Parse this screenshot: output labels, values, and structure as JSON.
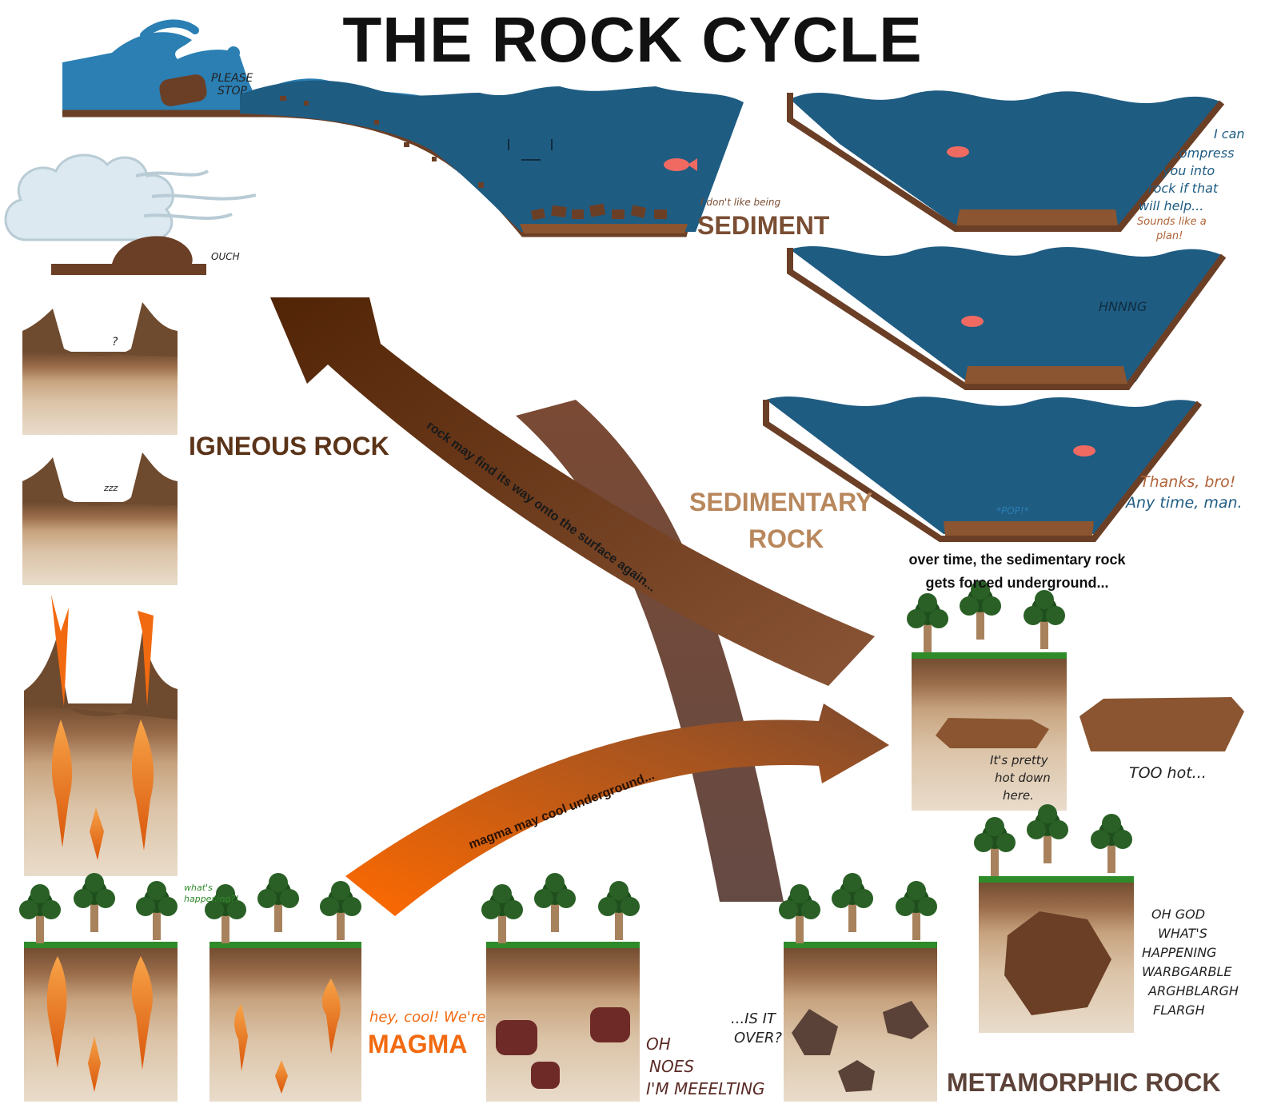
{
  "title": "THE ROCK CYCLE",
  "labels": {
    "sediment": "SEDIMENT",
    "igneous": "IGNEOUS ROCK",
    "sedimentary_1": "SEDIMENTARY",
    "sedimentary_2": "ROCK",
    "magma": "MAGMA",
    "metamorphic": "METAMORPHIC ROCK"
  },
  "captions": {
    "underground_1": "over time, the sedimentary rock",
    "underground_2": "gets forced underground...",
    "arrow_surface": "rock may find its way onto the surface again...",
    "arrow_cool": "magma may cool underground..."
  },
  "speech": {
    "please_stop": [
      "PLEASE",
      "STOP"
    ],
    "ouch": "OUCH",
    "dont_like": "I don't like being",
    "compress": [
      "I can",
      "compress",
      "you into",
      "rock if that",
      "will help..."
    ],
    "plan": [
      "Sounds like a",
      "plan!"
    ],
    "hnnng": "HNNNG",
    "pop": "*POP!*",
    "thanks": [
      "Thanks, bro!",
      "Any time, man."
    ],
    "question": "?",
    "zzz": "zzz",
    "pretty_hot": [
      "It's pretty",
      "hot down",
      "here."
    ],
    "too_hot": "TOO hot...",
    "whats_happening": [
      "what's",
      "happening?!"
    ],
    "hey_cool": "hey, cool! We're",
    "oh_noes": [
      "OH",
      "NOES",
      "I'M MEEELTING"
    ],
    "is_it_over": [
      "...IS IT",
      "OVER?"
    ],
    "oh_god": [
      "OH GOD",
      "WHAT'S",
      "HAPPENING",
      "WARBGARBLE",
      "ARGHBLARGH",
      "FLARGH"
    ]
  },
  "colors": {
    "water": "#1f5c82",
    "wave": "#2b7fb3",
    "sediment_brown": "#7a4e33",
    "igneous_label": "#5a3318",
    "sedimentary_label": "#b8875c",
    "magma": "#f26a10",
    "metamorphic_label": "#5c4238",
    "arrow_dark": "#5a2a08",
    "arrow_light": "#8a5234",
    "arrow_mauve": "#6a4a42"
  }
}
